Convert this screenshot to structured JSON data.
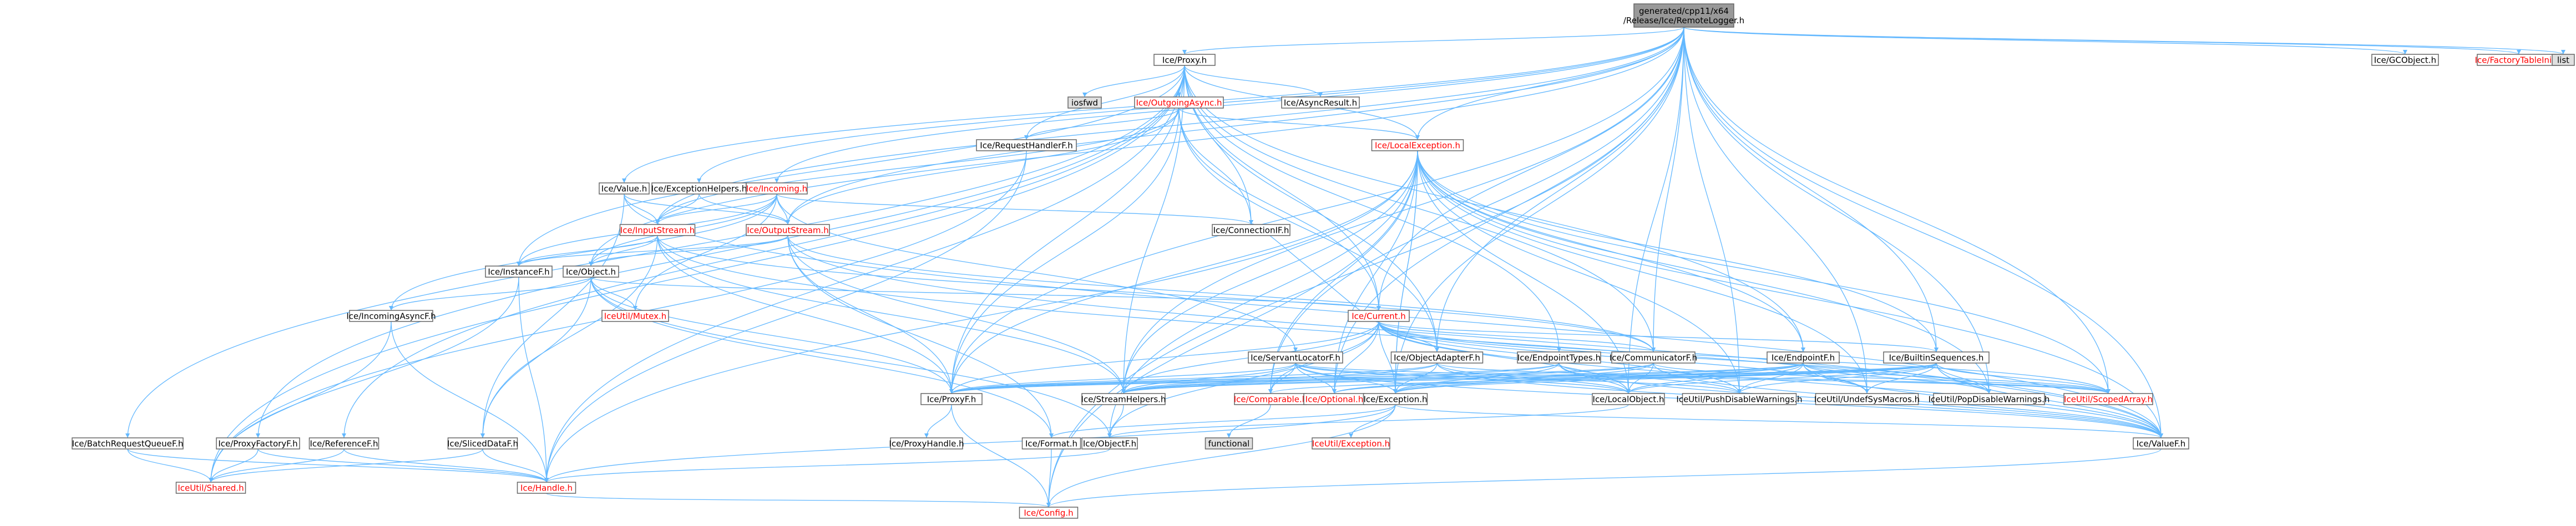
{
  "colors": {
    "edge": "#63b8ff",
    "node_fill": "#ffffff",
    "node_stroke": "#666666",
    "root_fill": "#999999",
    "gray_fill": "#e0e0e0",
    "text": "#000000",
    "red_text": "#ff0000"
  },
  "nodes": [
    {
      "id": "root",
      "label": [
        "generated/cpp11/x64",
        "/Release/Ice/RemoteLogger.h"
      ],
      "style": "root"
    },
    {
      "id": "proxy_h",
      "label": [
        "Ice/Proxy.h"
      ],
      "style": "normal"
    },
    {
      "id": "gcobject_h",
      "label": [
        "Ice/GCObject.h"
      ],
      "style": "normal"
    },
    {
      "id": "factorytableinit_h",
      "label": [
        "Ice/FactoryTableInit.h"
      ],
      "style": "red"
    },
    {
      "id": "list",
      "label": [
        "list"
      ],
      "style": "gray"
    },
    {
      "id": "iosfwd",
      "label": [
        "iosfwd"
      ],
      "style": "gray"
    },
    {
      "id": "outgoingasync_h",
      "label": [
        "Ice/OutgoingAsync.h"
      ],
      "style": "red"
    },
    {
      "id": "asyncresult_h",
      "label": [
        "Ice/AsyncResult.h"
      ],
      "style": "normal"
    },
    {
      "id": "requesthandlerf_h",
      "label": [
        "Ice/RequestHandlerF.h"
      ],
      "style": "normal"
    },
    {
      "id": "localexception_h",
      "label": [
        "Ice/LocalException.h"
      ],
      "style": "red"
    },
    {
      "id": "value_h",
      "label": [
        "Ice/Value.h"
      ],
      "style": "normal"
    },
    {
      "id": "exceptionhelpers_h",
      "label": [
        "Ice/ExceptionHelpers.h"
      ],
      "style": "normal"
    },
    {
      "id": "incoming_h",
      "label": [
        "Ice/Incoming.h"
      ],
      "style": "red"
    },
    {
      "id": "connectionif_h",
      "label": [
        "Ice/ConnectionIF.h"
      ],
      "style": "normal"
    },
    {
      "id": "inputstream_h",
      "label": [
        "Ice/InputStream.h"
      ],
      "style": "red"
    },
    {
      "id": "outputstream_h",
      "label": [
        "Ice/OutputStream.h"
      ],
      "style": "red"
    },
    {
      "id": "instancef_h",
      "label": [
        "Ice/InstanceF.h"
      ],
      "style": "normal"
    },
    {
      "id": "object_h",
      "label": [
        "Ice/Object.h"
      ],
      "style": "normal"
    },
    {
      "id": "incomingasyncf_h",
      "label": [
        "Ice/IncomingAsyncF.h"
      ],
      "style": "normal"
    },
    {
      "id": "mutex_h",
      "label": [
        "IceUtil/Mutex.h"
      ],
      "style": "red"
    },
    {
      "id": "current_h",
      "label": [
        "Ice/Current.h"
      ],
      "style": "red"
    },
    {
      "id": "servantlocatorf_h",
      "label": [
        "Ice/ServantLocatorF.h"
      ],
      "style": "normal"
    },
    {
      "id": "objectadapterf_h",
      "label": [
        "Ice/ObjectAdapterF.h"
      ],
      "style": "normal"
    },
    {
      "id": "endpointtypes_h",
      "label": [
        "Ice/EndpointTypes.h"
      ],
      "style": "normal"
    },
    {
      "id": "communicatorf_h",
      "label": [
        "Ice/CommunicatorF.h"
      ],
      "style": "normal"
    },
    {
      "id": "endpointf_h",
      "label": [
        "Ice/EndpointF.h"
      ],
      "style": "normal"
    },
    {
      "id": "builtinsequences_h",
      "label": [
        "Ice/BuiltinSequences.h"
      ],
      "style": "normal"
    },
    {
      "id": "proxyf_h",
      "label": [
        "Ice/ProxyF.h"
      ],
      "style": "normal"
    },
    {
      "id": "streamhelpers_h",
      "label": [
        "Ice/StreamHelpers.h"
      ],
      "style": "normal"
    },
    {
      "id": "comparable_h",
      "label": [
        "Ice/Comparable.h"
      ],
      "style": "red"
    },
    {
      "id": "optional_h",
      "label": [
        "Ice/Optional.h"
      ],
      "style": "red"
    },
    {
      "id": "exception_h",
      "label": [
        "Ice/Exception.h"
      ],
      "style": "normal"
    },
    {
      "id": "localobject_h",
      "label": [
        "Ice/LocalObject.h"
      ],
      "style": "normal"
    },
    {
      "id": "pushdisablewarnings_h",
      "label": [
        "IceUtil/PushDisableWarnings.h"
      ],
      "style": "normal"
    },
    {
      "id": "undefsysmacros_h",
      "label": [
        "IceUtil/UndefSysMacros.h"
      ],
      "style": "normal"
    },
    {
      "id": "popdisablewarnings_h",
      "label": [
        "IceUtil/PopDisableWarnings.h"
      ],
      "style": "normal"
    },
    {
      "id": "scopedarray_h",
      "label": [
        "IceUtil/ScopedArray.h"
      ],
      "style": "red"
    },
    {
      "id": "batchrequestqueuef_h",
      "label": [
        "Ice/BatchRequestQueueF.h"
      ],
      "style": "normal"
    },
    {
      "id": "proxyfactoryf_h",
      "label": [
        "Ice/ProxyFactoryF.h"
      ],
      "style": "normal"
    },
    {
      "id": "referencef_h",
      "label": [
        "Ice/ReferenceF.h"
      ],
      "style": "normal"
    },
    {
      "id": "slicedataf_h",
      "label": [
        "Ice/SlicedDataF.h"
      ],
      "style": "normal"
    },
    {
      "id": "proxyhandle_h",
      "label": [
        "Ice/ProxyHandle.h"
      ],
      "style": "normal"
    },
    {
      "id": "format_h",
      "label": [
        "Ice/Format.h"
      ],
      "style": "normal"
    },
    {
      "id": "objectf_h",
      "label": [
        "Ice/ObjectF.h"
      ],
      "style": "normal"
    },
    {
      "id": "functional",
      "label": [
        "functional"
      ],
      "style": "gray"
    },
    {
      "id": "utilexception_h",
      "label": [
        "IceUtil/Exception.h"
      ],
      "style": "red"
    },
    {
      "id": "valuef_h",
      "label": [
        "Ice/ValueF.h"
      ],
      "style": "normal"
    },
    {
      "id": "shared_h",
      "label": [
        "IceUtil/Shared.h"
      ],
      "style": "red"
    },
    {
      "id": "handle_h",
      "label": [
        "Ice/Handle.h"
      ],
      "style": "red"
    },
    {
      "id": "config_h",
      "label": [
        "Ice/Config.h"
      ],
      "style": "red"
    }
  ],
  "edges": [
    [
      "root",
      "proxy_h"
    ],
    [
      "root",
      "gcobject_h"
    ],
    [
      "root",
      "factorytableinit_h"
    ],
    [
      "root",
      "list"
    ],
    [
      "root",
      "localexception_h"
    ],
    [
      "root",
      "value_h"
    ],
    [
      "root",
      "exceptionhelpers_h"
    ],
    [
      "root",
      "incoming_h"
    ],
    [
      "root",
      "inputstream_h"
    ],
    [
      "root",
      "outputstream_h"
    ],
    [
      "root",
      "object_h"
    ],
    [
      "root",
      "builtinsequences_h"
    ],
    [
      "root",
      "proxyf_h"
    ],
    [
      "root",
      "streamhelpers_h"
    ],
    [
      "root",
      "comparable_h"
    ],
    [
      "root",
      "optional_h"
    ],
    [
      "root",
      "exception_h"
    ],
    [
      "root",
      "localobject_h"
    ],
    [
      "root",
      "pushdisablewarnings_h"
    ],
    [
      "root",
      "undefsysmacros_h"
    ],
    [
      "root",
      "popdisablewarnings_h"
    ],
    [
      "root",
      "scopedarray_h"
    ],
    [
      "root",
      "valuef_h"
    ],
    [
      "root",
      "config_h"
    ],
    [
      "root",
      "objectadapterf_h"
    ],
    [
      "root",
      "communicatorf_h"
    ],
    [
      "root",
      "current_h"
    ],
    [
      "proxy_h",
      "iosfwd"
    ],
    [
      "proxy_h",
      "outgoingasync_h"
    ],
    [
      "proxy_h",
      "asyncresult_h"
    ],
    [
      "proxy_h",
      "requesthandlerf_h"
    ],
    [
      "proxy_h",
      "localexception_h"
    ],
    [
      "proxy_h",
      "connectionif_h"
    ],
    [
      "proxy_h",
      "batchrequestqueuef_h"
    ],
    [
      "proxy_h",
      "proxyfactoryf_h"
    ],
    [
      "proxy_h",
      "referencef_h"
    ],
    [
      "proxy_h",
      "instancef_h"
    ],
    [
      "proxy_h",
      "endpointtypes_h"
    ],
    [
      "proxy_h",
      "endpointf_h"
    ],
    [
      "proxy_h",
      "objectadapterf_h"
    ],
    [
      "proxy_h",
      "communicatorf_h"
    ],
    [
      "proxy_h",
      "proxyf_h"
    ],
    [
      "proxy_h",
      "shared_h"
    ],
    [
      "proxy_h",
      "handle_h"
    ],
    [
      "proxy_h",
      "current_h"
    ],
    [
      "proxy_h",
      "streamhelpers_h"
    ],
    [
      "outgoingasync_h",
      "requesthandlerf_h"
    ],
    [
      "outgoingasync_h",
      "connectionif_h"
    ],
    [
      "outgoingasync_h",
      "inputstream_h"
    ],
    [
      "outgoingasync_h",
      "outputstream_h"
    ],
    [
      "outgoingasync_h",
      "localexception_h"
    ],
    [
      "outgoingasync_h",
      "objectadapterf_h"
    ],
    [
      "outgoingasync_h",
      "proxyf_h"
    ],
    [
      "outgoingasync_h",
      "current_h"
    ],
    [
      "requesthandlerf_h",
      "shared_h"
    ],
    [
      "requesthandlerf_h",
      "handle_h"
    ],
    [
      "localexception_h",
      "exception_h"
    ],
    [
      "localexception_h",
      "handle_h"
    ],
    [
      "localexception_h",
      "localobject_h"
    ],
    [
      "localexception_h",
      "proxyf_h"
    ],
    [
      "localexception_h",
      "objectf_h"
    ],
    [
      "localexception_h",
      "valuef_h"
    ],
    [
      "localexception_h",
      "exception_h"
    ],
    [
      "localexception_h",
      "streamhelpers_h"
    ],
    [
      "localexception_h",
      "comparable_h"
    ],
    [
      "localexception_h",
      "scopedarray_h"
    ],
    [
      "localexception_h",
      "optional_h"
    ],
    [
      "localexception_h",
      "pushdisablewarnings_h"
    ],
    [
      "localexception_h",
      "popdisablewarnings_h"
    ],
    [
      "localexception_h",
      "undefsysmacros_h"
    ],
    [
      "localexception_h",
      "builtinsequences_h"
    ],
    [
      "localexception_h",
      "endpointf_h"
    ],
    [
      "localexception_h",
      "config_h"
    ],
    [
      "value_h",
      "valuef_h"
    ],
    [
      "value_h",
      "inputstream_h"
    ],
    [
      "value_h",
      "outputstream_h"
    ],
    [
      "value_h",
      "slicedataf_h"
    ],
    [
      "exceptionhelpers_h",
      "inputstream_h"
    ],
    [
      "exceptionhelpers_h",
      "outputstream_h"
    ],
    [
      "incoming_h",
      "inputstream_h"
    ],
    [
      "incoming_h",
      "outputstream_h"
    ],
    [
      "incoming_h",
      "object_h"
    ],
    [
      "incoming_h",
      "instancef_h"
    ],
    [
      "incoming_h",
      "connectionif_h"
    ],
    [
      "incoming_h",
      "servantlocatorf_h"
    ],
    [
      "incoming_h",
      "incomingasyncf_h"
    ],
    [
      "incoming_h",
      "mutex_h"
    ],
    [
      "inputstream_h",
      "instancef_h"
    ],
    [
      "inputstream_h",
      "object_h"
    ],
    [
      "inputstream_h",
      "valuef_h"
    ],
    [
      "inputstream_h",
      "proxyf_h"
    ],
    [
      "inputstream_h",
      "slicedataf_h"
    ],
    [
      "inputstream_h",
      "streamhelpers_h"
    ],
    [
      "inputstream_h",
      "communicatorf_h"
    ],
    [
      "outputstream_h",
      "instancef_h"
    ],
    [
      "outputstream_h",
      "object_h"
    ],
    [
      "outputstream_h",
      "valuef_h"
    ],
    [
      "outputstream_h",
      "proxyf_h"
    ],
    [
      "outputstream_h",
      "format_h"
    ],
    [
      "outputstream_h",
      "streamhelpers_h"
    ],
    [
      "outputstream_h",
      "communicatorf_h"
    ],
    [
      "instancef_h",
      "shared_h"
    ],
    [
      "instancef_h",
      "handle_h"
    ],
    [
      "object_h",
      "objectf_h"
    ],
    [
      "object_h",
      "proxyf_h"
    ],
    [
      "object_h",
      "incomingasyncf_h"
    ],
    [
      "object_h",
      "current_h"
    ],
    [
      "object_h",
      "format_h"
    ],
    [
      "object_h",
      "slicedataf_h"
    ],
    [
      "object_h",
      "mutex_h"
    ],
    [
      "incomingasyncf_h",
      "shared_h"
    ],
    [
      "incomingasyncf_h",
      "handle_h"
    ],
    [
      "current_h",
      "objectadapterf_h"
    ],
    [
      "current_h",
      "connectionif_h"
    ],
    [
      "current_h",
      "identity"
    ],
    [
      "current_h",
      "builtinsequences_h"
    ],
    [
      "current_h",
      "proxyf_h"
    ],
    [
      "current_h",
      "streamhelpers_h"
    ],
    [
      "current_h",
      "comparable_h"
    ],
    [
      "current_h",
      "exception_h"
    ],
    [
      "current_h",
      "localobject_h"
    ],
    [
      "current_h",
      "pushdisablewarnings_h"
    ],
    [
      "current_h",
      "popdisablewarnings_h"
    ],
    [
      "current_h",
      "undefsysmacros_h"
    ],
    [
      "current_h",
      "scopedarray_h"
    ],
    [
      "current_h",
      "optional_h"
    ],
    [
      "current_h",
      "valuef_h"
    ],
    [
      "current_h",
      "communicatorf_h"
    ],
    [
      "current_h",
      "objectf_h"
    ],
    [
      "servantlocatorf_h",
      "proxyf_h"
    ],
    [
      "servantlocatorf_h",
      "streamhelpers_h"
    ],
    [
      "servantlocatorf_h",
      "comparable_h"
    ],
    [
      "servantlocatorf_h",
      "exception_h"
    ],
    [
      "servantlocatorf_h",
      "localobject_h"
    ],
    [
      "servantlocatorf_h",
      "pushdisablewarnings_h"
    ],
    [
      "servantlocatorf_h",
      "scopedarray_h"
    ],
    [
      "servantlocatorf_h",
      "optional_h"
    ],
    [
      "servantlocatorf_h",
      "valuef_h"
    ],
    [
      "objectadapterf_h",
      "proxyf_h"
    ],
    [
      "objectadapterf_h",
      "streamhelpers_h"
    ],
    [
      "objectadapterf_h",
      "localobject_h"
    ],
    [
      "objectadapterf_h",
      "exception_h"
    ],
    [
      "objectadapterf_h",
      "scopedarray_h"
    ],
    [
      "objectadapterf_h",
      "valuef_h"
    ],
    [
      "endpointtypes_h",
      "proxyf_h"
    ],
    [
      "endpointtypes_h",
      "streamhelpers_h"
    ],
    [
      "endpointtypes_h",
      "exception_h"
    ],
    [
      "endpointtypes_h",
      "localobject_h"
    ],
    [
      "endpointtypes_h",
      "pushdisablewarnings_h"
    ],
    [
      "endpointtypes_h",
      "valuef_h"
    ],
    [
      "communicatorf_h",
      "proxyf_h"
    ],
    [
      "communicatorf_h",
      "streamhelpers_h"
    ],
    [
      "communicatorf_h",
      "exception_h"
    ],
    [
      "communicatorf_h",
      "localobject_h"
    ],
    [
      "communicatorf_h",
      "scopedarray_h"
    ],
    [
      "communicatorf_h",
      "valuef_h"
    ],
    [
      "endpointf_h",
      "proxyf_h"
    ],
    [
      "endpointf_h",
      "streamhelpers_h"
    ],
    [
      "endpointf_h",
      "exception_h"
    ],
    [
      "endpointf_h",
      "localobject_h"
    ],
    [
      "endpointf_h",
      "pushdisablewarnings_h"
    ],
    [
      "endpointf_h",
      "popdisablewarnings_h"
    ],
    [
      "endpointf_h",
      "undefsysmacros_h"
    ],
    [
      "endpointf_h",
      "scopedarray_h"
    ],
    [
      "endpointf_h",
      "optional_h"
    ],
    [
      "endpointf_h",
      "valuef_h"
    ],
    [
      "builtinsequences_h",
      "proxyf_h"
    ],
    [
      "builtinsequences_h",
      "streamhelpers_h"
    ],
    [
      "builtinsequences_h",
      "exception_h"
    ],
    [
      "builtinsequences_h",
      "localobject_h"
    ],
    [
      "builtinsequences_h",
      "pushdisablewarnings_h"
    ],
    [
      "builtinsequences_h",
      "popdisablewarnings_h"
    ],
    [
      "builtinsequences_h",
      "undefsysmacros_h"
    ],
    [
      "builtinsequences_h",
      "scopedarray_h"
    ],
    [
      "builtinsequences_h",
      "optional_h"
    ],
    [
      "builtinsequences_h",
      "valuef_h"
    ],
    [
      "builtinsequences_h",
      "comparable_h"
    ],
    [
      "proxyf_h",
      "proxyhandle_h"
    ],
    [
      "proxyf_h",
      "config_h"
    ],
    [
      "streamhelpers_h",
      "objectf_h"
    ],
    [
      "comparable_h",
      "functional"
    ],
    [
      "exception_h",
      "utilexception_h"
    ],
    [
      "exception_h",
      "format_h"
    ],
    [
      "exception_h",
      "config_h"
    ],
    [
      "exception_h",
      "valuef_h"
    ],
    [
      "exception_h",
      "handle_h"
    ],
    [
      "localobject_h",
      "objectf_h"
    ],
    [
      "batchrequestqueuef_h",
      "shared_h"
    ],
    [
      "batchrequestqueuef_h",
      "handle_h"
    ],
    [
      "proxyfactoryf_h",
      "shared_h"
    ],
    [
      "proxyfactoryf_h",
      "handle_h"
    ],
    [
      "referencef_h",
      "shared_h"
    ],
    [
      "referencef_h",
      "handle_h"
    ],
    [
      "slicedataf_h",
      "shared_h"
    ],
    [
      "slicedataf_h",
      "handle_h"
    ],
    [
      "format_h",
      "config_h"
    ],
    [
      "objectf_h",
      "handle_h"
    ],
    [
      "valuef_h",
      "config_h"
    ],
    [
      "handle_h",
      "config_h"
    ]
  ]
}
